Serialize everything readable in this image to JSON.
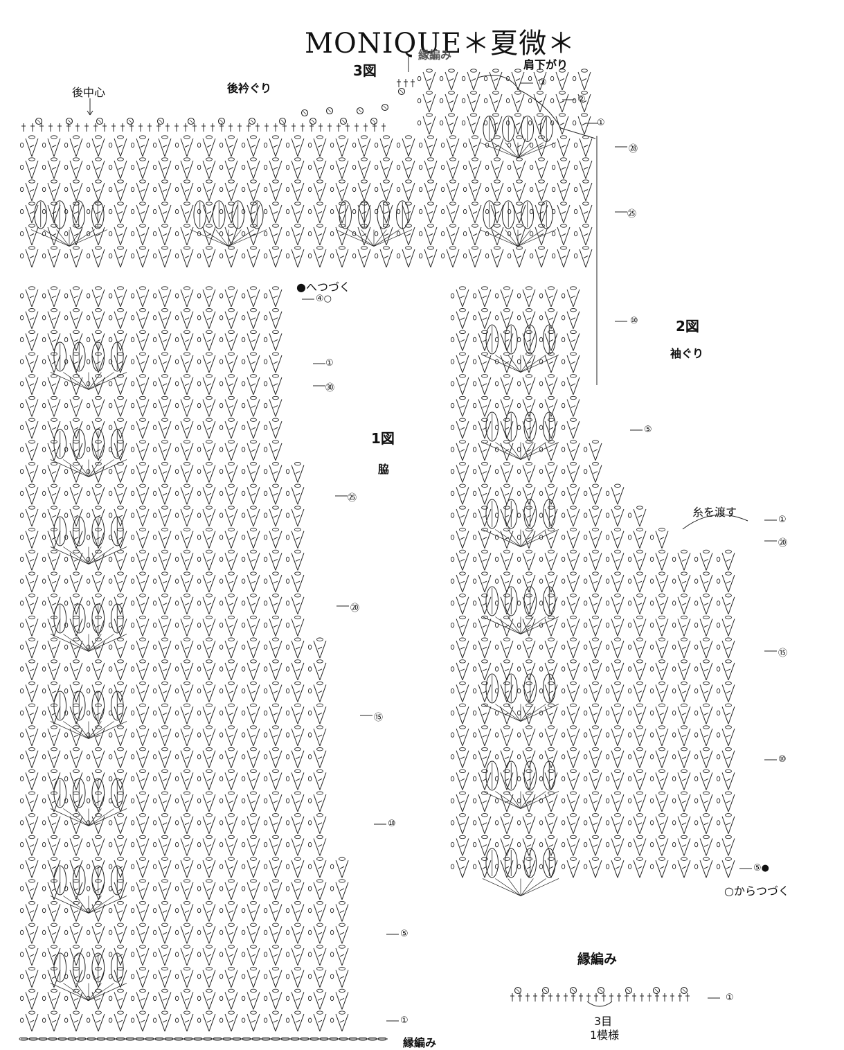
{
  "header": {
    "title": "MONIQUE＊夏微＊"
  },
  "fig3": {
    "name": "3図",
    "neck": "後衿ぐり",
    "shoulder": "肩下がり",
    "center": "後中心",
    "edge_top": "縁編み"
  },
  "fig2": {
    "name": "2図",
    "armhole": "袖ぐり",
    "carry": "糸を渡す",
    "cont_from": "○からつづく"
  },
  "fig1": {
    "name": "1図",
    "side": "脇",
    "cont_to": "●へつづく"
  },
  "edge": {
    "title": "縁編み",
    "stitches": "3目",
    "repeat": "1模様",
    "bottom_label": "縁編み"
  },
  "row_markers": {
    "fig3": [
      "③",
      "②",
      "①",
      "㉘",
      "㉕"
    ],
    "fig1_top": [
      "④○",
      "①",
      "㉚"
    ],
    "fig1": [
      "㉕",
      "⑳",
      "⑮",
      "⑩",
      "⑤",
      "①"
    ],
    "fig2": [
      "⑩",
      "⑤",
      "①",
      "⑳",
      "⑮",
      "⑩",
      "⑤●"
    ],
    "edge": [
      "①"
    ]
  }
}
